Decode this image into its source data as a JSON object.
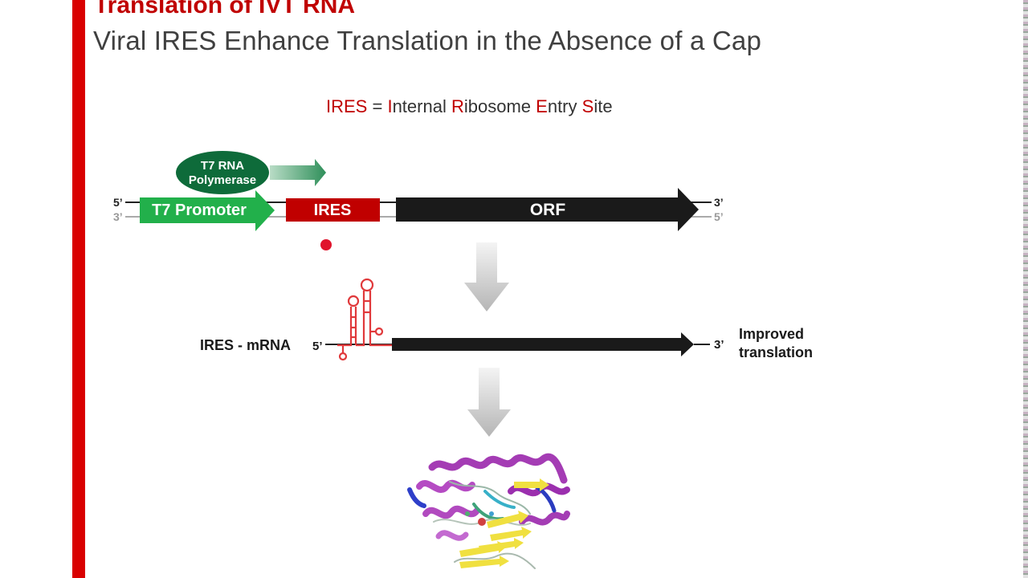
{
  "slide": {
    "title": "Translation of IVT RNA",
    "subtitle": "Viral IRES Enhance Translation in the Absence of a Cap"
  },
  "definition": {
    "acronym": "IRES",
    "equals": " = ",
    "words": [
      {
        "initial": "I",
        "rest": "nternal"
      },
      {
        "initial": "R",
        "rest": "ibosome"
      },
      {
        "initial": "E",
        "rest": "ntry"
      },
      {
        "initial": "S",
        "rest": "ite"
      }
    ]
  },
  "dna_construct": {
    "polymerase_line1": "T7 RNA",
    "polymerase_line2": "Polymerase",
    "five_prime_top": "5’",
    "three_prime_bottom": "3’",
    "promoter_label": "T7 Promoter",
    "ires_label": "IRES",
    "orf_label": "ORF",
    "three_prime_top": "3’",
    "five_prime_bottom": "5’"
  },
  "mrna": {
    "label": "IRES - mRNA",
    "five_prime": "5’",
    "three_prime": "3’",
    "result_line1": "Improved",
    "result_line2": "translation"
  },
  "colors": {
    "accent": "#d90000",
    "ires_red": "#c00000",
    "promoter_green": "#22b04b",
    "polymerase_green": "#0e6b3a",
    "orf_black": "#1a1a1a",
    "stemloop_red": "#e0393b"
  },
  "icons": [
    "down-arrow-icon",
    "down-arrow-icon",
    "protein-structure-icon",
    "stem-loop-icon",
    "laser-pointer-dot"
  ]
}
